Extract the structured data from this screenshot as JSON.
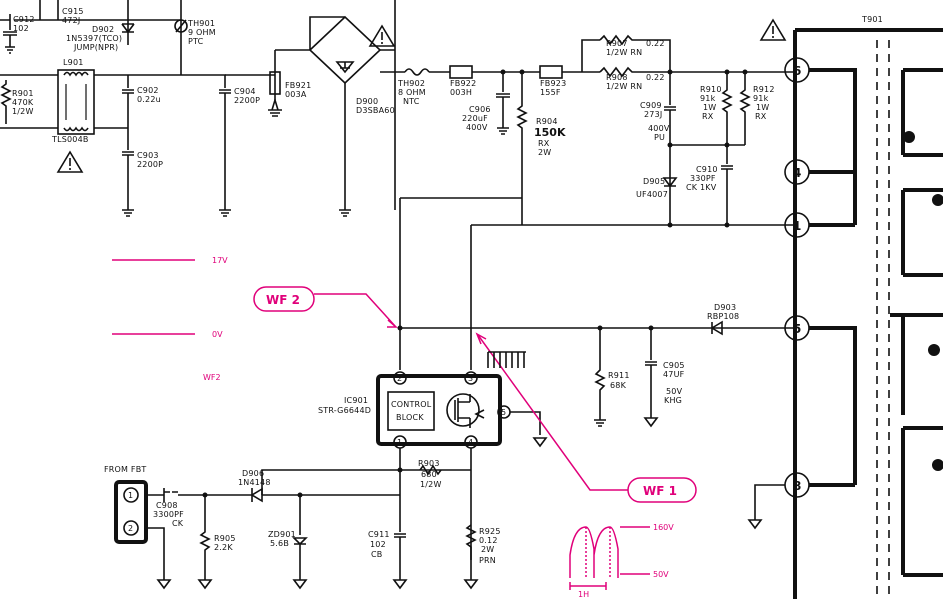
{
  "components": {
    "c912": {
      "ref": "C912",
      "value": "102"
    },
    "c915": {
      "ref": "C915",
      "value": "472J"
    },
    "d902": {
      "ref": "D902",
      "value": "1N5397(TCO)",
      "note": "JUMP(NPR)"
    },
    "th901": {
      "ref": "TH901",
      "value": "9 OHM",
      "type": "PTC"
    },
    "r901": {
      "ref": "R901",
      "value": "470K",
      "rating": "1/2W"
    },
    "l901": {
      "ref": "L901",
      "part": "TLS004B"
    },
    "c902": {
      "ref": "C902",
      "value": "0.22u"
    },
    "c903": {
      "ref": "C903",
      "value": "2200P"
    },
    "c904": {
      "ref": "C904",
      "value": "2200P"
    },
    "fb921": {
      "ref": "FB921",
      "value": "003A"
    },
    "d900": {
      "ref": "D900",
      "value": "D3SBA60"
    },
    "th902": {
      "ref": "TH902",
      "value": "8 OHM",
      "type": "NTC"
    },
    "fb922": {
      "ref": "FB922",
      "value": "003H"
    },
    "c906": {
      "ref": "C906",
      "value": "220uF",
      "rating": "400V"
    },
    "r904": {
      "ref": "R904",
      "value": "150K",
      "rating": "RX",
      "power": "2W"
    },
    "fb923": {
      "ref": "FB923",
      "value": "155F"
    },
    "r907": {
      "ref": "R907",
      "value": "0.22",
      "rating": "1/2W RN"
    },
    "r908": {
      "ref": "R908",
      "value": "0.22",
      "rating": "1/2W RN"
    },
    "c909": {
      "ref": "C909",
      "value": "273J",
      "rating": "400V",
      "type": "PU"
    },
    "r910": {
      "ref": "R910",
      "value": "91k",
      "rating": "1W",
      "type": "RX"
    },
    "r912": {
      "ref": "R912",
      "value": "91k",
      "rating": "1W",
      "type": "RX"
    },
    "c910": {
      "ref": "C910",
      "value": "330PF",
      "rating": "CK 1KV"
    },
    "d905": {
      "ref": "D905",
      "value": "UF4007"
    },
    "d903": {
      "ref": "D903",
      "value": "RBP108"
    },
    "r911": {
      "ref": "R911",
      "value": "68K"
    },
    "c905": {
      "ref": "C905",
      "value": "47UF",
      "rating": "50V",
      "type": "KHG"
    },
    "ic901": {
      "ref": "IC901",
      "value": "STR-G6644D",
      "block1": "CONTROL",
      "block2": "BLOCK"
    },
    "d906": {
      "ref": "D906",
      "value": "1N4148"
    },
    "c908": {
      "ref": "C908",
      "value": "3300PF",
      "type": "CK"
    },
    "r905": {
      "ref": "R905",
      "value": "2.2K"
    },
    "zd901": {
      "ref": "ZD901",
      "value": "5.6B"
    },
    "c911": {
      "ref": "C911",
      "value": "102",
      "type": "CB"
    },
    "r903": {
      "ref": "R903",
      "value": "680",
      "rating": "1/2W"
    },
    "r925": {
      "ref": "R925",
      "value": "0.12",
      "rating": "2W",
      "type": "PRN"
    },
    "t901": {
      "ref": "T901"
    }
  },
  "labels": {
    "from_fbt": "FROM FBT",
    "wf1": "WF 1",
    "wf2": "WF 2",
    "wf2_small": "WF2",
    "v17": "17V",
    "v0": "0V",
    "v160": "160V",
    "v0b": "50V",
    "time": "1H"
  },
  "pins": {
    "ic": [
      "2",
      "3",
      "1",
      "4",
      "5"
    ],
    "fbt_conn": [
      "1",
      "2"
    ],
    "transformer": [
      "6",
      "4",
      "1",
      "5",
      "8"
    ]
  },
  "colors": {
    "wire": "#111111",
    "waveform": "#e0007a",
    "background": "#ffffff"
  }
}
